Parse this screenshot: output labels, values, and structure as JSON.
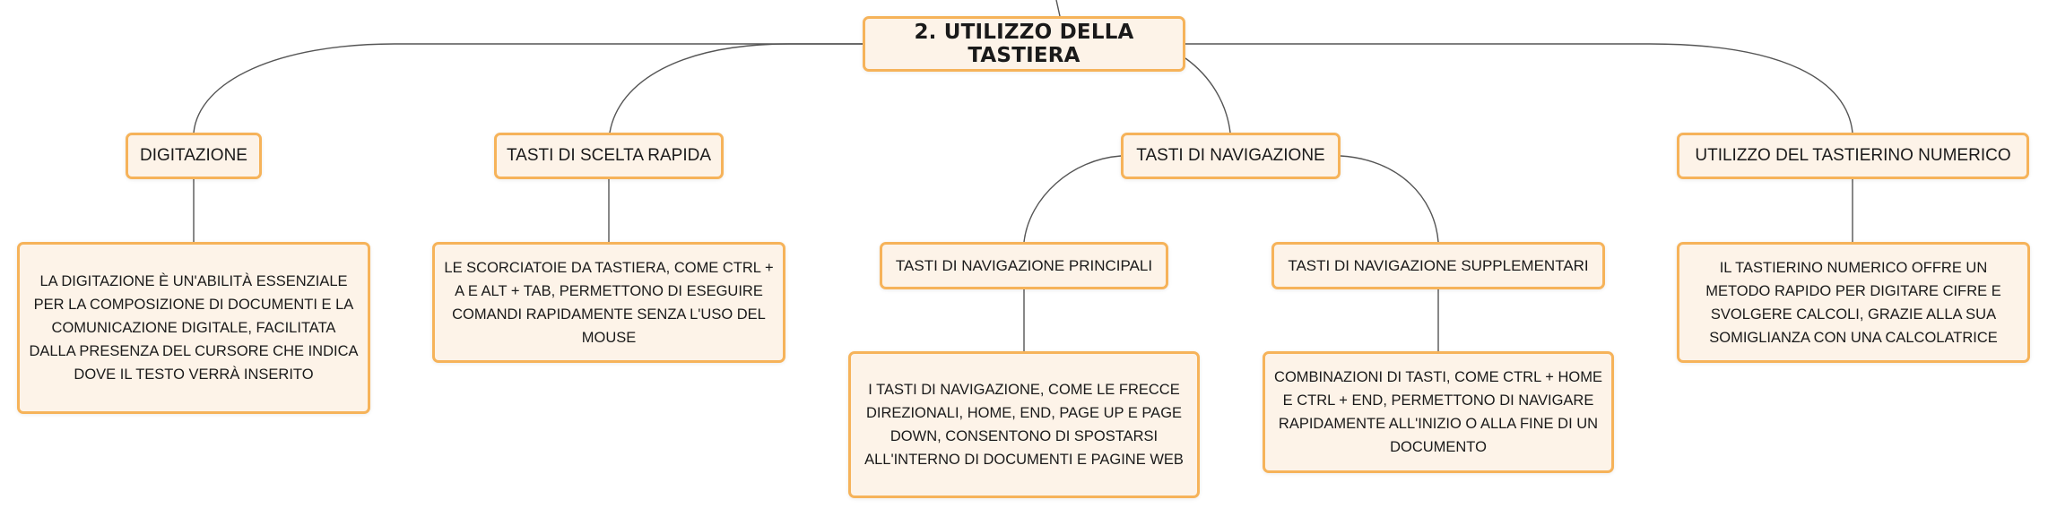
{
  "root": {
    "label": "2. UTILIZZO DELLA TASTIERA"
  },
  "branches": [
    {
      "label": "DIGITAZIONE",
      "description": "LA DIGITAZIONE È UN'ABILITÀ ESSENZIALE PER LA COMPOSIZIONE DI DOCUMENTI E LA COMUNICAZIONE DIGITALE, FACILITATA DALLA PRESENZA DEL CURSORE CHE INDICA DOVE IL TESTO VERRÀ INSERITO"
    },
    {
      "label": "TASTI DI SCELTA RAPIDA",
      "description": "LE SCORCIATOIE DA TASTIERA, COME CTRL + A E ALT + TAB, PERMETTONO DI ESEGUIRE COMANDI RAPIDAMENTE SENZA L'USO DEL MOUSE"
    },
    {
      "label": "TASTI DI NAVIGAZIONE",
      "children": [
        {
          "label": "TASTI DI NAVIGAZIONE PRINCIPALI",
          "description": "I TASTI DI NAVIGAZIONE, COME LE FRECCE DIREZIONALI, HOME, END, PAGE UP E PAGE DOWN, CONSENTONO DI SPOSTARSI ALL'INTERNO DI DOCUMENTI E PAGINE WEB"
        },
        {
          "label": "TASTI DI NAVIGAZIONE SUPPLEMENTARI",
          "description": "COMBINAZIONI DI TASTI, COME CTRL + HOME E CTRL + END, PERMETTONO DI NAVIGARE RAPIDAMENTE ALL'INIZIO O ALLA FINE DI UN DOCUMENTO"
        }
      ]
    },
    {
      "label": "UTILIZZO DEL TASTIERINO NUMERICO",
      "description": "IL TASTIERINO NUMERICO OFFRE UN METODO RAPIDO PER DIGITARE CIFRE E SVOLGERE CALCOLI, GRAZIE ALLA SUA SOMIGLIANZA CON UNA CALCOLATRICE"
    }
  ]
}
